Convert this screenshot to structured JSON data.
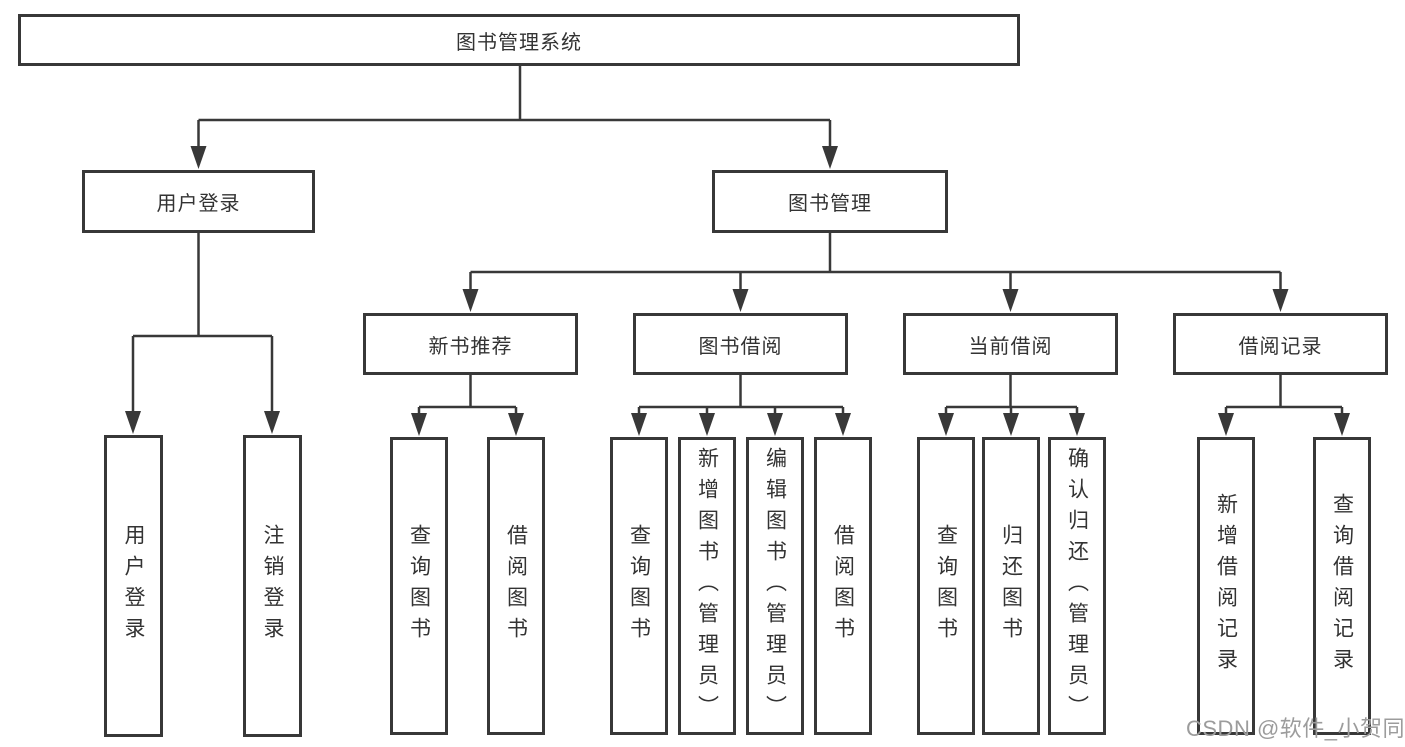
{
  "tree": {
    "root": "图书管理系统",
    "children": [
      {
        "label": "用户登录",
        "children": [
          "用户登录",
          "注销登录"
        ]
      },
      {
        "label": "图书管理",
        "children": [
          {
            "label": "新书推荐",
            "children": [
              "查询图书",
              "借阅图书"
            ]
          },
          {
            "label": "图书借阅",
            "children": [
              "查询图书",
              "新增图书（管理员）",
              "编辑图书（管理员）",
              "借阅图书"
            ]
          },
          {
            "label": "当前借阅",
            "children": [
              "查询图书",
              "归还图书",
              "确认归还（管理员）"
            ]
          },
          {
            "label": "借阅记录",
            "children": [
              "新增借阅记录",
              "查询借阅记录"
            ]
          }
        ]
      }
    ]
  },
  "watermark": "CSDN @软件_小贺同学",
  "colors": {
    "line": "#383838",
    "text": "#333333",
    "watermark": "#9c9c9c",
    "background": "#ffffff"
  }
}
